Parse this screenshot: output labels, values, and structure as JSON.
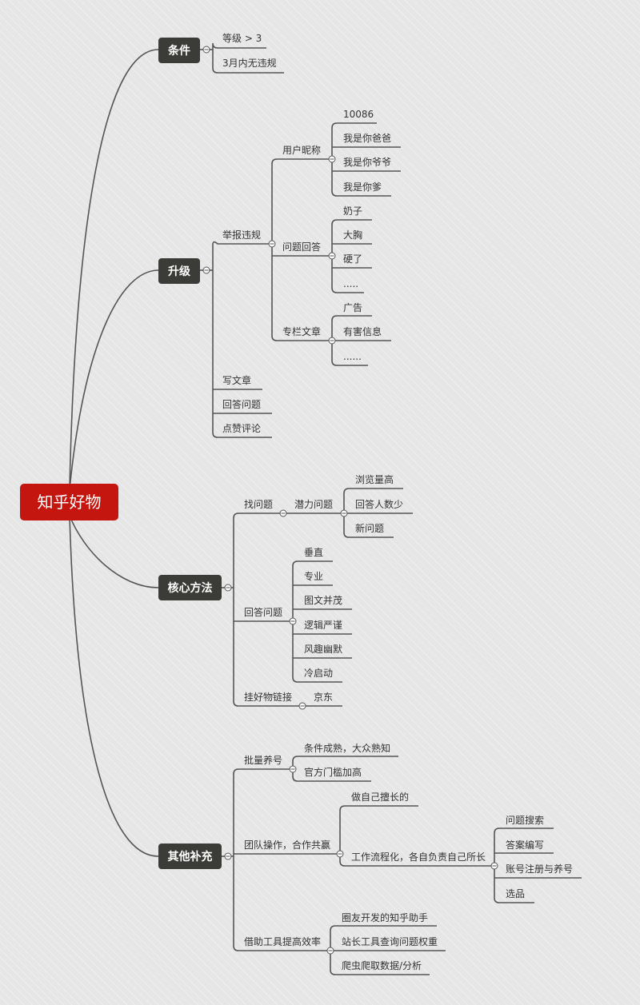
{
  "root": "知乎好物",
  "branches": {
    "conditions": {
      "label": "条件",
      "items": [
        "等级 > 3",
        "3月内无违规"
      ]
    },
    "upgrade": {
      "label": "升级",
      "report": {
        "label": "举报违规",
        "nickname": {
          "label": "用户昵称",
          "items": [
            "10086",
            "我是你爸爸",
            "我是你爷爷",
            "我是你爹"
          ]
        },
        "qa": {
          "label": "问题回答",
          "items": [
            "奶子",
            "大胸",
            "硬了",
            "....."
          ]
        },
        "column": {
          "label": "专栏文章",
          "items": [
            "广告",
            "有害信息",
            "......"
          ]
        }
      },
      "others": [
        "写文章",
        "回答问题",
        "点赞评论"
      ]
    },
    "core": {
      "label": "核心方法",
      "find": {
        "label": "找问题",
        "potential": {
          "label": "潜力问题",
          "items": [
            "浏览量高",
            "回答人数少",
            "新问题"
          ]
        }
      },
      "answer": {
        "label": "回答问题",
        "items": [
          "垂直",
          "专业",
          "图文并茂",
          "逻辑严谨",
          "风趣幽默",
          "冷启动"
        ]
      },
      "link": {
        "label": "挂好物链接",
        "items": [
          "京东"
        ]
      }
    },
    "extra": {
      "label": "其他补充",
      "batch": {
        "label": "批量养号",
        "items": [
          "条件成熟，大众熟知",
          "官方门槛加高"
        ]
      },
      "team": {
        "label": "团队操作，合作共赢",
        "good_at": "做自己擅长的",
        "workflow": {
          "label": "工作流程化，各自负责自己所长",
          "items": [
            "问题搜索",
            "答案编写",
            "账号注册与养号",
            "选品"
          ]
        }
      },
      "tools": {
        "label": "借助工具提高效率",
        "items": [
          "圈友开发的知乎助手",
          "站长工具查询问题权重",
          "爬虫爬取数据/分析"
        ]
      }
    }
  }
}
